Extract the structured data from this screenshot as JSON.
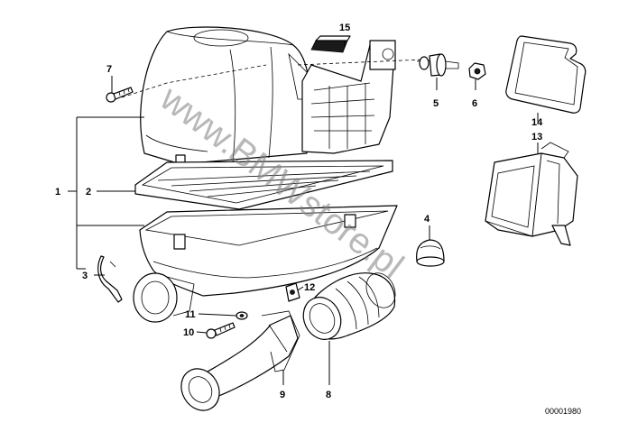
{
  "watermark": "www.BMWstore.pl",
  "diagram_code": "00001980",
  "callouts": {
    "c1": "1",
    "c2": "2",
    "c3": "3",
    "c4": "4",
    "c5": "5",
    "c6": "6",
    "c7": "7",
    "c8": "8",
    "c9": "9",
    "c10": "10",
    "c11": "11",
    "c12": "12",
    "c13": "13",
    "c14": "14",
    "c15": "15"
  }
}
